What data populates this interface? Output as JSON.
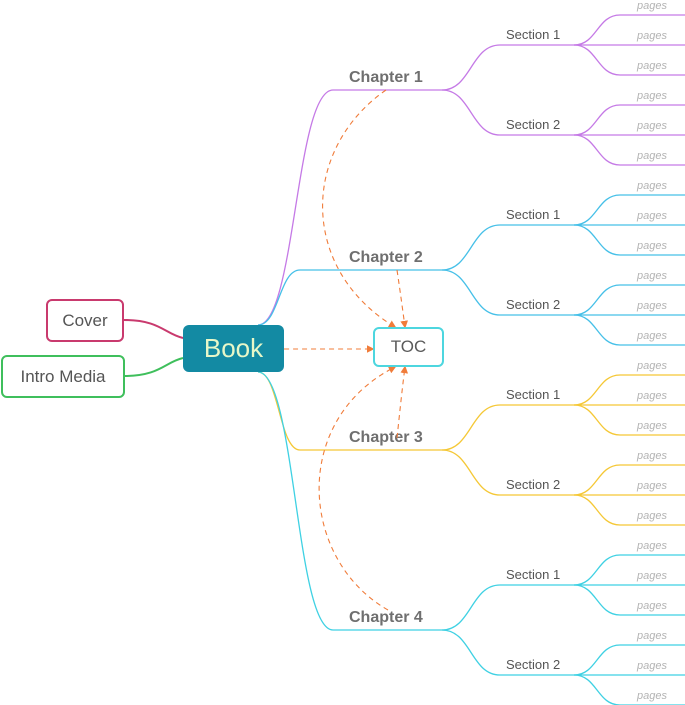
{
  "root": {
    "label": "Book",
    "color": "#138aa3",
    "text_color": "#e7f7c8"
  },
  "left_nodes": [
    {
      "label": "Cover",
      "color": "#c93a6e"
    },
    {
      "label": "Intro Media",
      "color": "#3fbf5c"
    }
  ],
  "toc": {
    "label": "TOC",
    "border_color": "#4dd6df",
    "text_color": "#5a5a5a"
  },
  "link_color": "#f07c3a",
  "chapters": [
    {
      "label": "Chapter 1",
      "color": "#c57ae6",
      "sections": [
        {
          "label": "Section 1",
          "pages": [
            "pages",
            "pages",
            "pages"
          ]
        },
        {
          "label": "Section 2",
          "pages": [
            "pages",
            "pages",
            "pages"
          ]
        }
      ]
    },
    {
      "label": "Chapter 2",
      "color": "#46c0e8",
      "sections": [
        {
          "label": "Section 1",
          "pages": [
            "pages",
            "pages",
            "pages"
          ]
        },
        {
          "label": "Section 2",
          "pages": [
            "pages",
            "pages",
            "pages"
          ]
        }
      ]
    },
    {
      "label": "Chapter 3",
      "color": "#f5c836",
      "sections": [
        {
          "label": "Section 1",
          "pages": [
            "pages",
            "pages",
            "pages"
          ]
        },
        {
          "label": "Section 2",
          "pages": [
            "pages",
            "pages",
            "pages"
          ]
        }
      ]
    },
    {
      "label": "Chapter 4",
      "color": "#3fd1e3",
      "sections": [
        {
          "label": "Section 1",
          "pages": [
            "pages",
            "pages",
            "pages"
          ]
        },
        {
          "label": "Section 2",
          "pages": [
            "pages",
            "pages",
            "pages"
          ]
        }
      ]
    }
  ]
}
